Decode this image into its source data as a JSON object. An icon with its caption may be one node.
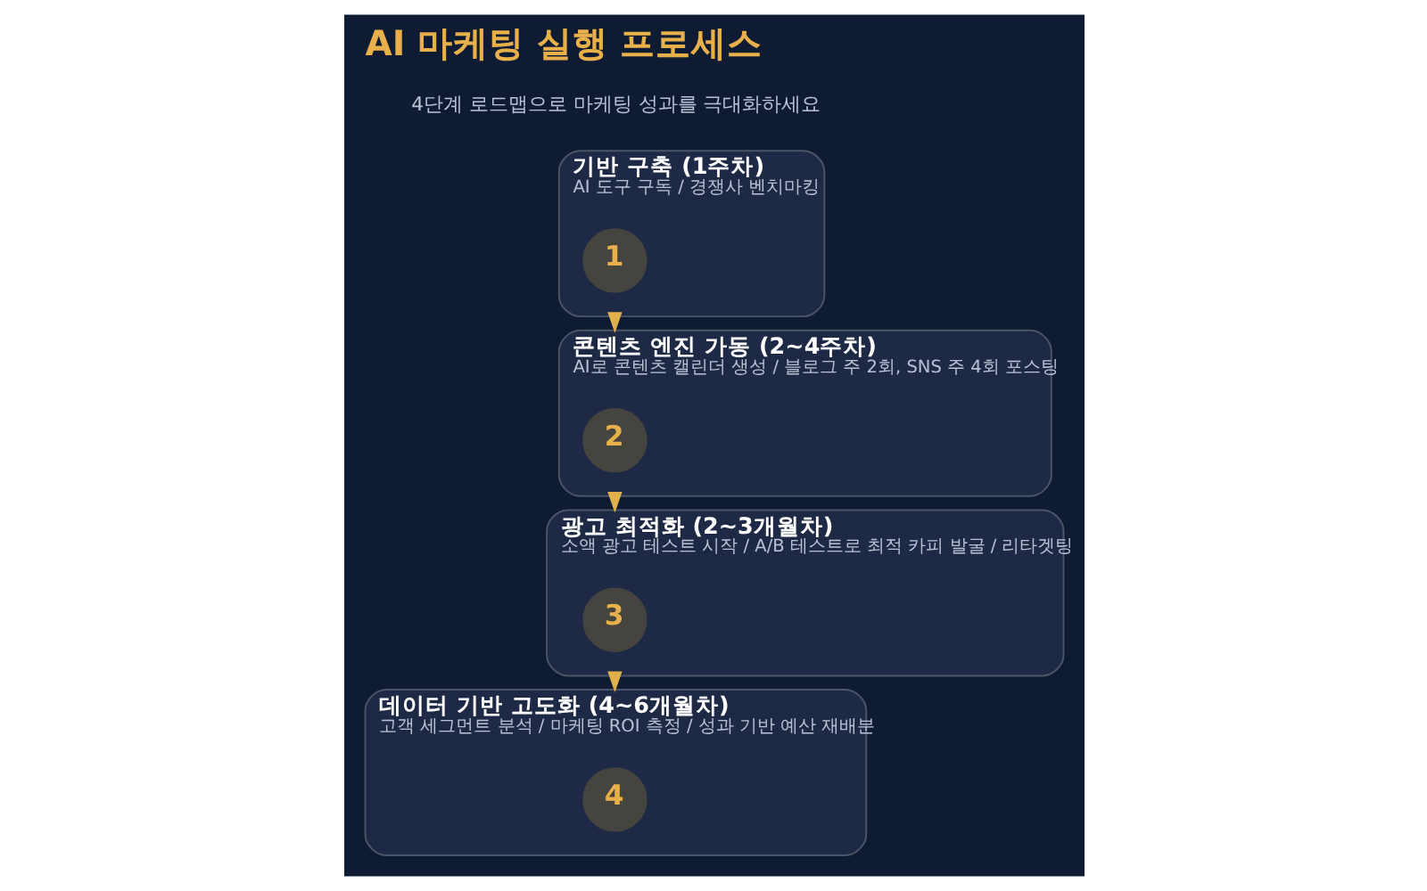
{
  "diagram": {
    "title": "AI 마케팅 실행 프로세스",
    "nodes": [
      {
        "text": [
          "기반 구축 (1주차)",
          "AI 도구 구독 / 경쟁사 벤치마킹"
        ]
      },
      {
        "text": [
          "1"
        ],
        "in": 0
      },
      {
        "text": [
          "콘텐츠 엔진 가동 (2~4주차)",
          "AI로 콘텐츠 캘린더 생성 / 블로그 주 2회, SNS 주 4회 포스팅"
        ]
      },
      {
        "text": [
          "2"
        ],
        "in": 2
      },
      {
        "text": [
          "광고 최적화 (2~3개월차)",
          "소액 광고 테스트 시작 / A/B 테스트로 최적 카피 발굴 / 리타겟팅"
        ]
      },
      {
        "text": [
          "3"
        ],
        "in": 4
      },
      {
        "text": [
          "데이터 기반 고도화 (4~6개월차)",
          "고객 세그먼트 분석 / 마케팅 ROI 측정 / 성과 기반 예산 재배분"
        ]
      },
      {
        "text": [
          "4"
        ],
        "in": 6
      }
    ],
    "edges": [
      {
        "from": 0,
        "to": 2,
        "arrow": "to"
      },
      {
        "from": 2,
        "to": 4,
        "arrow": "to"
      },
      {
        "from": 4,
        "to": 6,
        "arrow": "to"
      }
    ],
    "labels": [
      "4단계 로드맵으로 마케팅 성과를 극대화하세요"
    ]
  }
}
